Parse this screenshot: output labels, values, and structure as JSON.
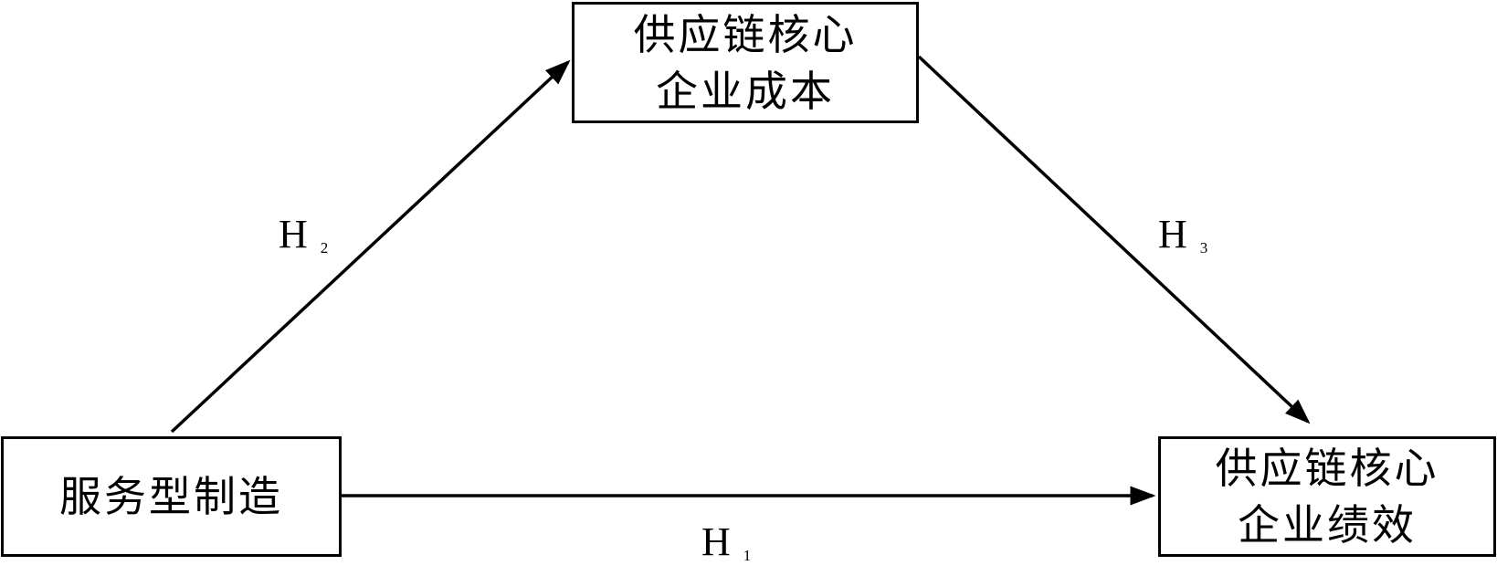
{
  "nodes": {
    "top": {
      "line1": "供应链核心",
      "line2": "企业成本"
    },
    "left": {
      "line1": "服务型制造"
    },
    "right": {
      "line1": "供应链核心",
      "line2": "企业绩效"
    }
  },
  "hypotheses": {
    "h1": {
      "letter": "H",
      "index": "1"
    },
    "h2": {
      "letter": "H",
      "index": "2"
    },
    "h3": {
      "letter": "H",
      "index": "3"
    }
  }
}
